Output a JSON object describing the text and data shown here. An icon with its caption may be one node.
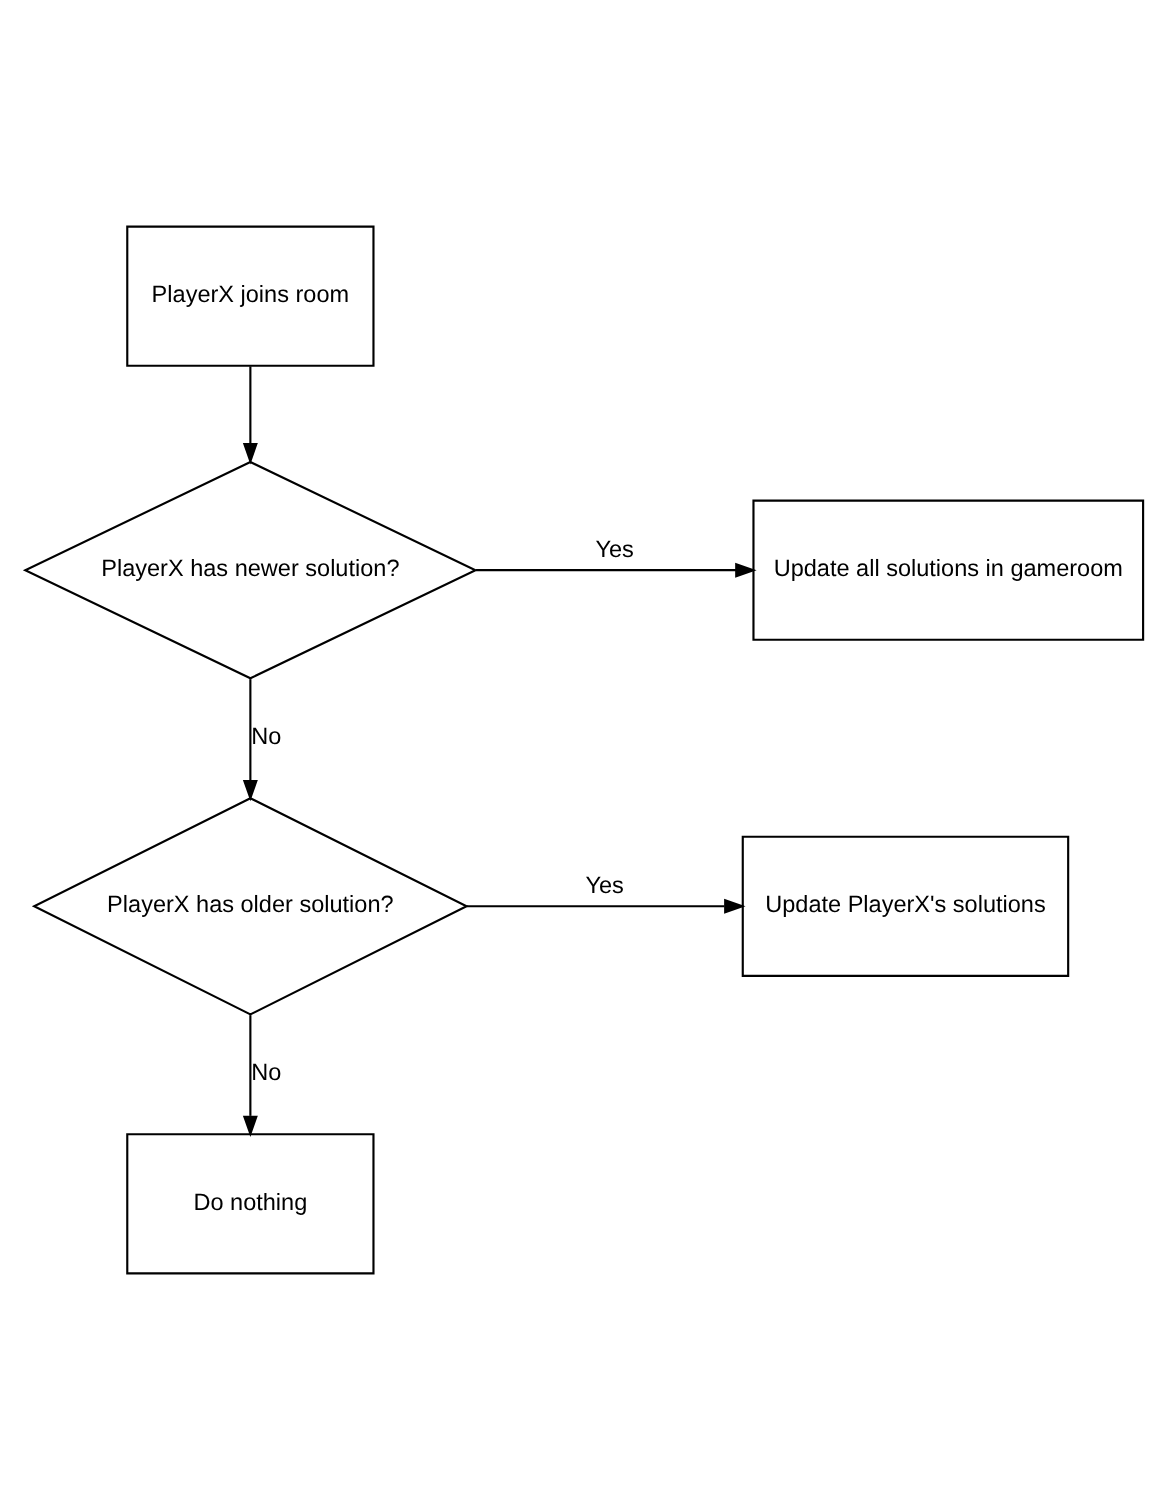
{
  "diagram": {
    "nodes": [
      {
        "text": [
          "PlayerX joins room"
        ]
      },
      {
        "text": [
          "Update all solutions in gameroom"
        ]
      },
      {
        "text": [
          "PlayerX has newer solution?"
        ]
      },
      {
        "text": [
          "Update PlayerX's solutions"
        ]
      },
      {
        "text": [
          "PlayerX has older solution?"
        ]
      },
      {
        "text": [
          "Do nothing"
        ]
      }
    ],
    "edges": [
      {
        "from": 0,
        "to": 2,
        "arrow": "to"
      },
      {
        "from": 2,
        "to": 1,
        "arrow": "to",
        "label": "Yes"
      },
      {
        "from": 2,
        "to": 4,
        "arrow": "to",
        "label": "No"
      },
      {
        "from": 4,
        "to": 3,
        "arrow": "to",
        "label": "Yes"
      },
      {
        "from": 4,
        "to": 5,
        "arrow": "to",
        "label": "No"
      }
    ]
  }
}
